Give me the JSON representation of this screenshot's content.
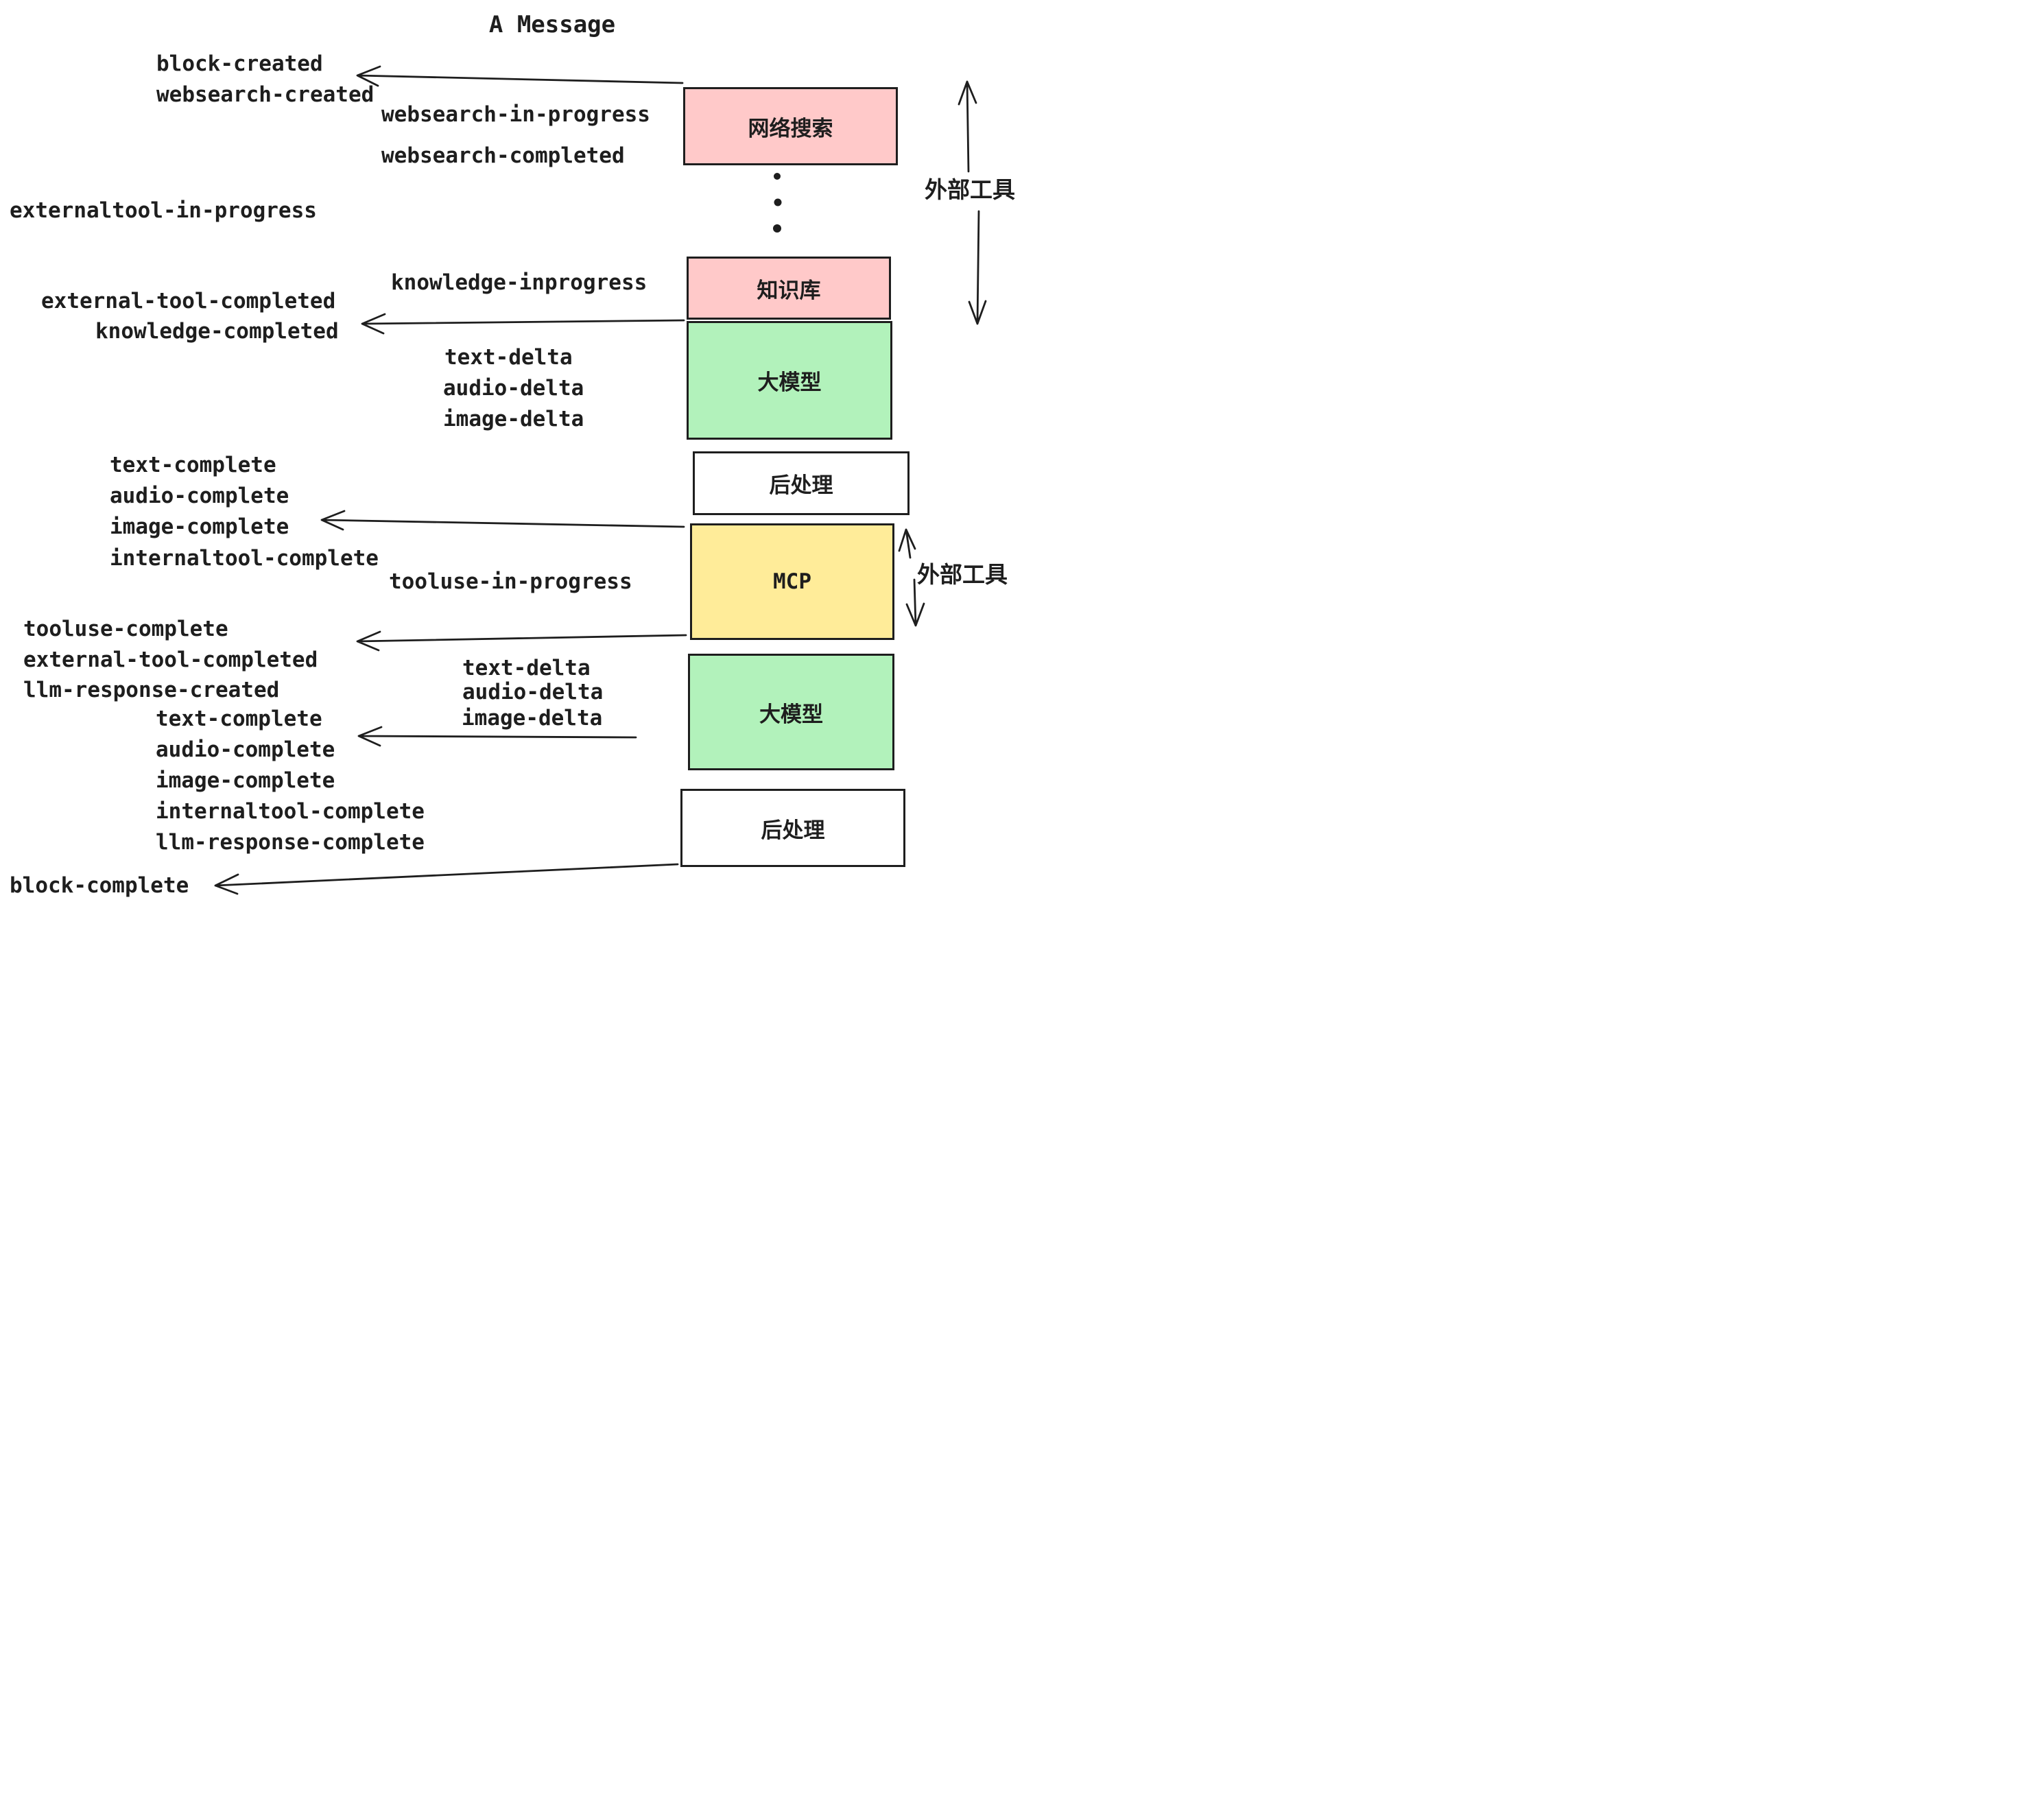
{
  "title": "A Message",
  "events": {
    "block_created": "block-created",
    "websearch_created": "websearch-created",
    "websearch_in_progress": "websearch-in-progress",
    "websearch_completed": "websearch-completed",
    "externaltool_in_progress": "externaltool-in-progress",
    "knowledge_inprogress": "knowledge-inprogress",
    "external_tool_completed": "external-tool-completed",
    "knowledge_completed": "knowledge-completed",
    "text_delta": "text-delta",
    "audio_delta": "audio-delta",
    "image_delta": "image-delta",
    "text_complete": "text-complete",
    "audio_complete": "audio-complete",
    "image_complete": "image-complete",
    "internaltool_complete": "internaltool-complete",
    "tooluse_in_progress": "tooluse-in-progress",
    "tooluse_complete": "tooluse-complete",
    "llm_response_created": "llm-response-created",
    "llm_response_complete": "llm-response-complete",
    "block_complete": "block-complete"
  },
  "nodes": [
    {
      "label": "网络搜索",
      "color": "#ffc9c9"
    },
    {
      "label": "知识库",
      "color": "#ffc9c9"
    },
    {
      "label": "大模型",
      "color": "#b2f2bb"
    },
    {
      "label": "后处理",
      "color": "#ffffff"
    },
    {
      "label": "MCP",
      "color": "#ffec99"
    },
    {
      "label": "大模型",
      "color": "#b2f2bb"
    },
    {
      "label": "后处理",
      "color": "#ffffff"
    }
  ],
  "side_labels": {
    "external_tool_top": "外部工具",
    "external_tool_bottom": "外部工具"
  },
  "colors": {
    "ink": "#1e1e1e",
    "pink": "#ffc9c9",
    "green": "#b2f2bb",
    "yellow": "#ffec99",
    "white": "#ffffff"
  }
}
